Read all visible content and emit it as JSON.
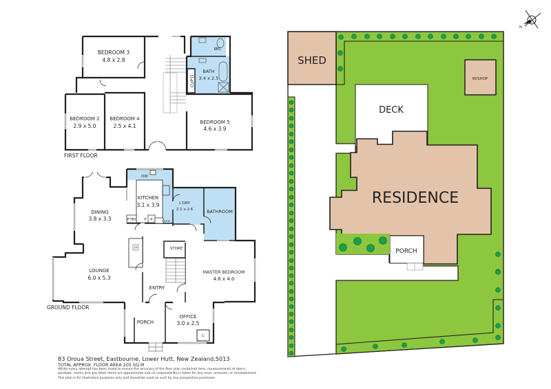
{
  "first_floor": {
    "title": "FIRST FLOOR",
    "rooms": [
      {
        "name": "BEDROOM 3",
        "size": "4.8 x 2.8"
      },
      {
        "name": "BEDROOM 2",
        "size": "2.9 x 5.0"
      },
      {
        "name": "BEDROOM 4",
        "size": "2.5 x 4.1"
      },
      {
        "name": "BEDROOM 5",
        "size": "4.6 x 3.9"
      },
      {
        "name": "BATH",
        "size": "3.4 x 2.5"
      },
      {
        "name": "WC",
        "size": ""
      },
      {
        "name": "CUP'D",
        "size": ""
      }
    ]
  },
  "ground_floor": {
    "title": "GROUND FLOOR",
    "rooms": [
      {
        "name": "DINING",
        "size": "3.8 x 3.3"
      },
      {
        "name": "KITCHEN",
        "size": "3.1 x 3.9"
      },
      {
        "name": "L'DRY",
        "size": "2.1 x 2.6"
      },
      {
        "name": "BATHROOM",
        "size": ""
      },
      {
        "name": "LOUNGE",
        "size": "6.0 x 5.3"
      },
      {
        "name": "MASTER BEDROOM",
        "size": "4.6 x 4.0"
      },
      {
        "name": "ENTRY",
        "size": ""
      },
      {
        "name": "STORE",
        "size": ""
      },
      {
        "name": "PORCH",
        "size": ""
      },
      {
        "name": "OFFICE",
        "size": "3.0 x 2.5"
      }
    ],
    "fixtures": {
      "dw": "DW",
      "pantry": "P'TRY",
      "fridge": "F",
      "p": "P",
      "cupd": "CUP'D",
      "fireplace": "FP",
      "closet": "C"
    }
  },
  "site_plan": {
    "shed": "SHED",
    "workshop": "W/SHOP",
    "deck": "DECK",
    "residence": "RESIDENCE",
    "porch": "PORCH",
    "compass": "N",
    "colors": {
      "lawn": "#8dc63f",
      "building": "#e3c4ab",
      "tree": "#1f9d4a",
      "wet_room": "#bfe0f4"
    }
  },
  "footer": {
    "address": "83 Oroua Street, Eastbourne, Lower Hutt, New Zealand,5013",
    "area": "TOTAL APPROX. FLOOR AREA 205 SQ.M",
    "disclaimer": [
      "Whilst every attempt has been made to ensure the accuracy of the floor plan contained here, measurements of doors,",
      "windows, rooms and any other items are approximate and no responsibility is taken for any error, omission, or misstatement.",
      "This plan is for illustrative purposes only and should be used as such by any prospective purchaser."
    ]
  }
}
